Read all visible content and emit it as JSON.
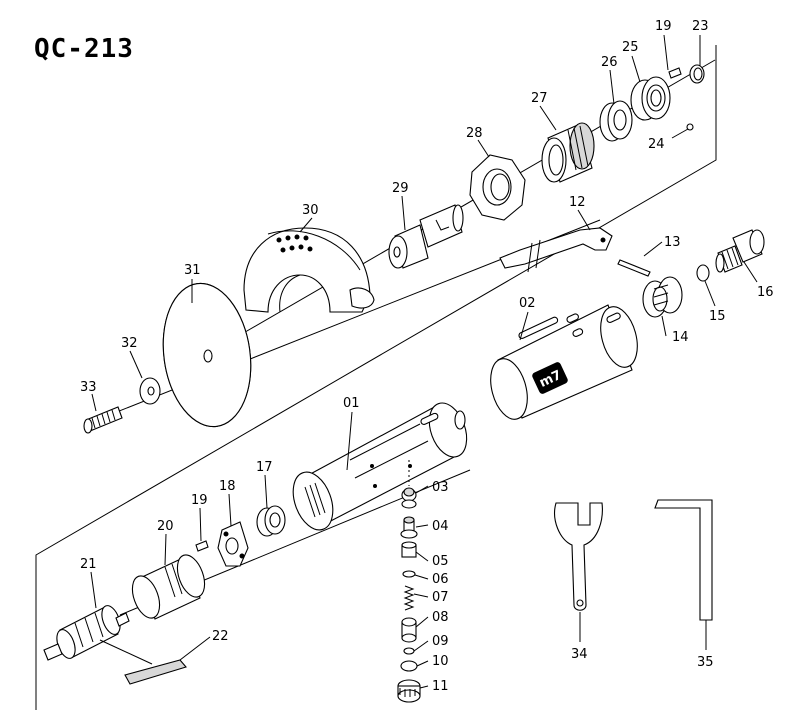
{
  "title": "QC-213",
  "parts": [
    {
      "id": "01",
      "label": "01"
    },
    {
      "id": "02",
      "label": "02"
    },
    {
      "id": "03",
      "label": "03"
    },
    {
      "id": "04",
      "label": "04"
    },
    {
      "id": "05",
      "label": "05"
    },
    {
      "id": "06",
      "label": "06"
    },
    {
      "id": "07",
      "label": "07"
    },
    {
      "id": "08",
      "label": "08"
    },
    {
      "id": "09",
      "label": "09"
    },
    {
      "id": "10",
      "label": "10"
    },
    {
      "id": "11",
      "label": "11"
    },
    {
      "id": "12",
      "label": "12"
    },
    {
      "id": "13",
      "label": "13"
    },
    {
      "id": "14",
      "label": "14"
    },
    {
      "id": "15",
      "label": "15"
    },
    {
      "id": "16",
      "label": "16"
    },
    {
      "id": "17",
      "label": "17"
    },
    {
      "id": "18",
      "label": "18"
    },
    {
      "id": "19a",
      "label": "19"
    },
    {
      "id": "19b",
      "label": "19"
    },
    {
      "id": "20",
      "label": "20"
    },
    {
      "id": "21",
      "label": "21"
    },
    {
      "id": "22",
      "label": "22"
    },
    {
      "id": "23",
      "label": "23"
    },
    {
      "id": "24",
      "label": "24"
    },
    {
      "id": "25",
      "label": "25"
    },
    {
      "id": "26",
      "label": "26"
    },
    {
      "id": "27",
      "label": "27"
    },
    {
      "id": "28",
      "label": "28"
    },
    {
      "id": "29",
      "label": "29"
    },
    {
      "id": "30",
      "label": "30"
    },
    {
      "id": "31",
      "label": "31"
    },
    {
      "id": "32",
      "label": "32"
    },
    {
      "id": "33",
      "label": "33"
    },
    {
      "id": "34",
      "label": "34"
    },
    {
      "id": "35",
      "label": "35"
    }
  ],
  "logo": {
    "text": "m7"
  }
}
